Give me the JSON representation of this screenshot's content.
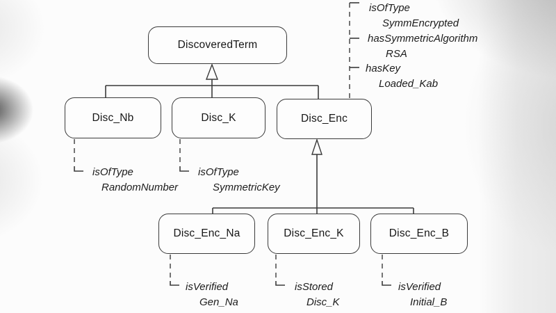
{
  "diagram": {
    "type": "class-hierarchy-ontology",
    "colors": {
      "line": "#3a3a3a",
      "text": "#1c1c1c",
      "node_fill": "#fdfdfd",
      "background": "#fcfcfc"
    },
    "nodes": {
      "discovered_term": {
        "label": "DiscoveredTerm"
      },
      "disc_nb": {
        "label": "Disc_Nb"
      },
      "disc_k": {
        "label": "Disc_K"
      },
      "disc_enc": {
        "label": "Disc_Enc"
      },
      "disc_enc_na": {
        "label": "Disc_Enc_Na"
      },
      "disc_enc_k": {
        "label": "Disc_Enc_K"
      },
      "disc_enc_b": {
        "label": "Disc_Enc_B"
      }
    },
    "relations": [
      {
        "parent": "DiscoveredTerm",
        "children": [
          "Disc_Nb",
          "Disc_K",
          "Disc_Enc"
        ]
      },
      {
        "parent": "Disc_Enc",
        "children": [
          "Disc_Enc_Na",
          "Disc_Enc_K",
          "Disc_Enc_B"
        ]
      }
    ],
    "annotations": {
      "disc_enc_props": [
        {
          "property": "isOfType",
          "value": "SymmEncrypted"
        },
        {
          "property": "hasSymmetricAlgorithm",
          "value": "RSA"
        },
        {
          "property": "hasKey",
          "value": "Loaded_Kab"
        }
      ],
      "disc_nb_prop": {
        "property": "isOfType",
        "value": "RandomNumber"
      },
      "disc_k_prop": {
        "property": "isOfType",
        "value": "SymmetricKey"
      },
      "disc_enc_na_prop": {
        "property": "isVerified",
        "value": "Gen_Na"
      },
      "disc_enc_k_prop": {
        "property": "isStored",
        "value": "Disc_K"
      },
      "disc_enc_b_prop": {
        "property": "isVerified",
        "value": "Initial_B"
      }
    }
  }
}
